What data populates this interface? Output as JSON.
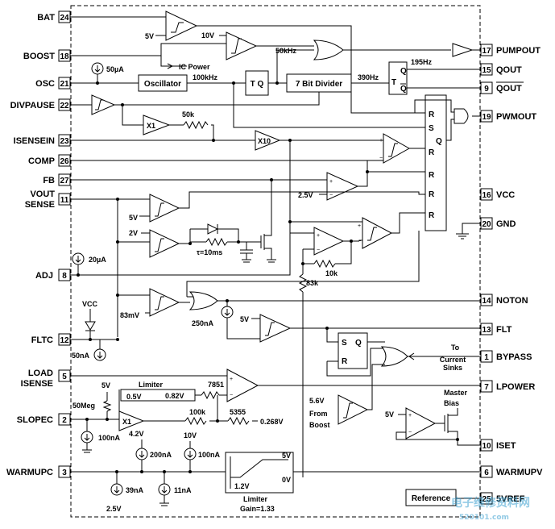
{
  "left_pins": [
    {
      "num": "24",
      "label": "BAT"
    },
    {
      "num": "18",
      "label": "BOOST"
    },
    {
      "num": "21",
      "label": "OSC"
    },
    {
      "num": "22",
      "label": "DIVPAUSE"
    },
    {
      "num": "23",
      "label": "ISENSEIN"
    },
    {
      "num": "26",
      "label": "COMP"
    },
    {
      "num": "27",
      "label": "FB"
    },
    {
      "num": "11",
      "label": "VOUT"
    },
    {
      "num": "8",
      "label": "ADJ"
    },
    {
      "num": "12",
      "label": "FLTC"
    },
    {
      "num": "5",
      "label": "LOAD"
    },
    {
      "num": "2",
      "label": "SLOPEC"
    },
    {
      "num": "3",
      "label": "WARMUPC"
    }
  ],
  "vout_sense_line2": "SENSE",
  "load_isense_line2": "ISENSE",
  "right_pins": [
    {
      "num": "17",
      "label": "PUMPOUT"
    },
    {
      "num": "15",
      "label": "QOUT"
    },
    {
      "num": "9",
      "label": "QOUT"
    },
    {
      "num": "19",
      "label": "PWMOUT"
    },
    {
      "num": "16",
      "label": "VCC"
    },
    {
      "num": "20",
      "label": "GND"
    },
    {
      "num": "14",
      "label": "NOTON"
    },
    {
      "num": "13",
      "label": "FLT"
    },
    {
      "num": "1",
      "label": "BYPASS"
    },
    {
      "num": "7",
      "label": "LPOWER"
    },
    {
      "num": "10",
      "label": "ISET"
    },
    {
      "num": "6",
      "label": "WARMUPV"
    },
    {
      "num": "25",
      "label": "5VREF"
    }
  ],
  "blocks": {
    "oscillator": "Oscillator",
    "divider": "7 Bit Divider",
    "tq1": "T Q",
    "reference": "Reference",
    "limiter_top": "Limiter",
    "limiter_bottom": "Limiter",
    "gain": "Gain=1.33",
    "x1_a": "X1",
    "x1_b": "X1",
    "x10": "X10",
    "sr_s": "S",
    "sr_q": "Q",
    "sr_r": "R",
    "tff_q": "Q",
    "tff_t": "T",
    "tff_qb": "Q",
    "latch_r": "R",
    "latch_s": "S",
    "latch_q": "Q"
  },
  "labels": {
    "v5_bat": "5V",
    "v10_boost": "10V",
    "ic_power": "IC Power",
    "khz50": "50kHz",
    "khz100": "100kHz",
    "hz390": "390Hz",
    "hz195": "195Hz",
    "ua50": "50µA",
    "r50k": "50k",
    "v25": "2.5V",
    "v5_vs": "5V",
    "v2": "2V",
    "tau": "τ=10ms",
    "ua20": "20µA",
    "r10k": "10k",
    "r83k": "83k",
    "vcc": "VCC",
    "mv83": "83mV",
    "na250": "250nA",
    "v5_flt": "5V",
    "na50": "50nA",
    "to_current": "To",
    "to_current2": "Current",
    "to_current3": "Sinks",
    "v5_slope": "5V",
    "lim_05": "0.5V",
    "lim_082": "0.82V",
    "r7851": "7851",
    "meg50": "50Meg",
    "v56": "5.6V",
    "from_boost": "From",
    "from_boost2": "Boost",
    "master_bias": "Master",
    "master_bias2": "Bias",
    "v5_iset": "5V",
    "na100a": "100nA",
    "r100k": "100k",
    "r5355": "5355",
    "v0268": "0.268V",
    "v42": "4.2V",
    "na200": "200nA",
    "v10": "10V",
    "na100b": "100nA",
    "na39": "39nA",
    "na11": "11nA",
    "v25b": "2.5V",
    "lim_5v": "5V",
    "lim_0v": "0V",
    "lim_12v": "1.2V"
  },
  "watermark": "电子维修资料网",
  "watermark_url": "520101.com"
}
